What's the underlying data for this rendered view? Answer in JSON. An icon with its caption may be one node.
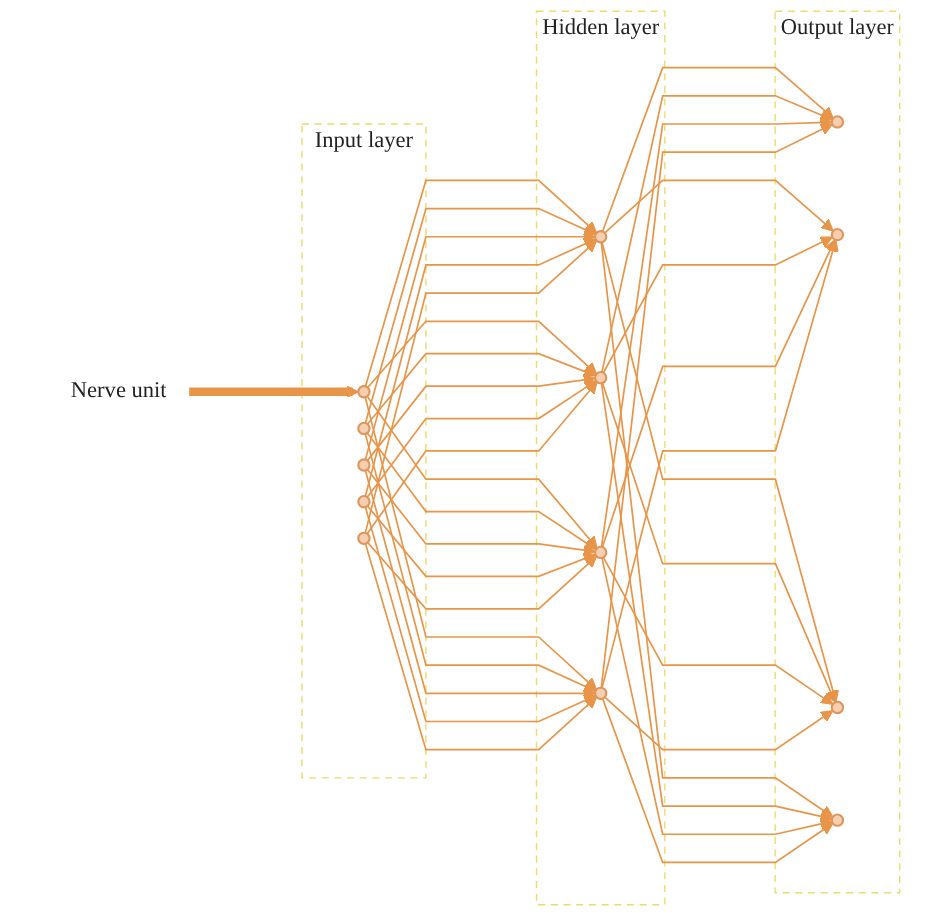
{
  "diagram": {
    "nodes": [
      {
        "text": [
          "Nerve unit"
        ]
      },
      {
        "text": [
          "Input layer"
        ]
      },
      {
        "text": [],
        "shape": "circle",
        "in": 1
      },
      {
        "text": [],
        "shape": "circle",
        "in": 1
      },
      {
        "text": [],
        "shape": "circle",
        "in": 1
      },
      {
        "text": [],
        "shape": "circle",
        "in": 1
      },
      {
        "text": [],
        "shape": "circle",
        "in": 1
      },
      {
        "text": [
          "Hidden layer"
        ]
      },
      {
        "text": [],
        "shape": "circle",
        "in": 7
      },
      {
        "text": [],
        "shape": "circle",
        "in": 7
      },
      {
        "text": [],
        "shape": "circle",
        "in": 7
      },
      {
        "text": [],
        "shape": "circle",
        "in": 7
      },
      {
        "text": [
          "Output layer"
        ]
      },
      {
        "text": [],
        "shape": "circle",
        "in": 12
      },
      {
        "text": [],
        "shape": "circle",
        "in": 12
      },
      {
        "text": [],
        "shape": "circle",
        "in": 12
      },
      {
        "text": [],
        "shape": "circle",
        "in": 12
      }
    ],
    "edges": [
      {
        "from": 0,
        "to": 2,
        "arrow": "to",
        "style": "thick"
      },
      {
        "from": 2,
        "to": 8,
        "arrow": "to"
      },
      {
        "from": 2,
        "to": 9,
        "arrow": "to"
      },
      {
        "from": 2,
        "to": 10,
        "arrow": "to"
      },
      {
        "from": 2,
        "to": 11,
        "arrow": "to"
      },
      {
        "from": 3,
        "to": 8,
        "arrow": "to"
      },
      {
        "from": 3,
        "to": 9,
        "arrow": "to"
      },
      {
        "from": 3,
        "to": 10,
        "arrow": "to"
      },
      {
        "from": 3,
        "to": 11,
        "arrow": "to"
      },
      {
        "from": 4,
        "to": 8,
        "arrow": "to"
      },
      {
        "from": 4,
        "to": 9,
        "arrow": "to"
      },
      {
        "from": 4,
        "to": 10,
        "arrow": "to"
      },
      {
        "from": 4,
        "to": 11,
        "arrow": "to"
      },
      {
        "from": 5,
        "to": 8,
        "arrow": "to"
      },
      {
        "from": 5,
        "to": 9,
        "arrow": "to"
      },
      {
        "from": 5,
        "to": 10,
        "arrow": "to"
      },
      {
        "from": 5,
        "to": 11,
        "arrow": "to"
      },
      {
        "from": 6,
        "to": 8,
        "arrow": "to"
      },
      {
        "from": 6,
        "to": 9,
        "arrow": "to"
      },
      {
        "from": 6,
        "to": 10,
        "arrow": "to"
      },
      {
        "from": 6,
        "to": 11,
        "arrow": "to"
      },
      {
        "from": 8,
        "to": 13,
        "arrow": "to"
      },
      {
        "from": 8,
        "to": 14,
        "arrow": "to"
      },
      {
        "from": 8,
        "to": 15,
        "arrow": "to"
      },
      {
        "from": 8,
        "to": 16,
        "arrow": "to"
      },
      {
        "from": 9,
        "to": 13,
        "arrow": "to"
      },
      {
        "from": 9,
        "to": 14,
        "arrow": "to"
      },
      {
        "from": 9,
        "to": 15,
        "arrow": "to"
      },
      {
        "from": 9,
        "to": 16,
        "arrow": "to"
      },
      {
        "from": 10,
        "to": 13,
        "arrow": "to"
      },
      {
        "from": 10,
        "to": 14,
        "arrow": "to"
      },
      {
        "from": 10,
        "to": 15,
        "arrow": "to"
      },
      {
        "from": 10,
        "to": 16,
        "arrow": "to"
      },
      {
        "from": 11,
        "to": 13,
        "arrow": "to"
      },
      {
        "from": 11,
        "to": 14,
        "arrow": "to"
      },
      {
        "from": 11,
        "to": 15,
        "arrow": "to"
      },
      {
        "from": 11,
        "to": 16,
        "arrow": "to"
      }
    ]
  }
}
